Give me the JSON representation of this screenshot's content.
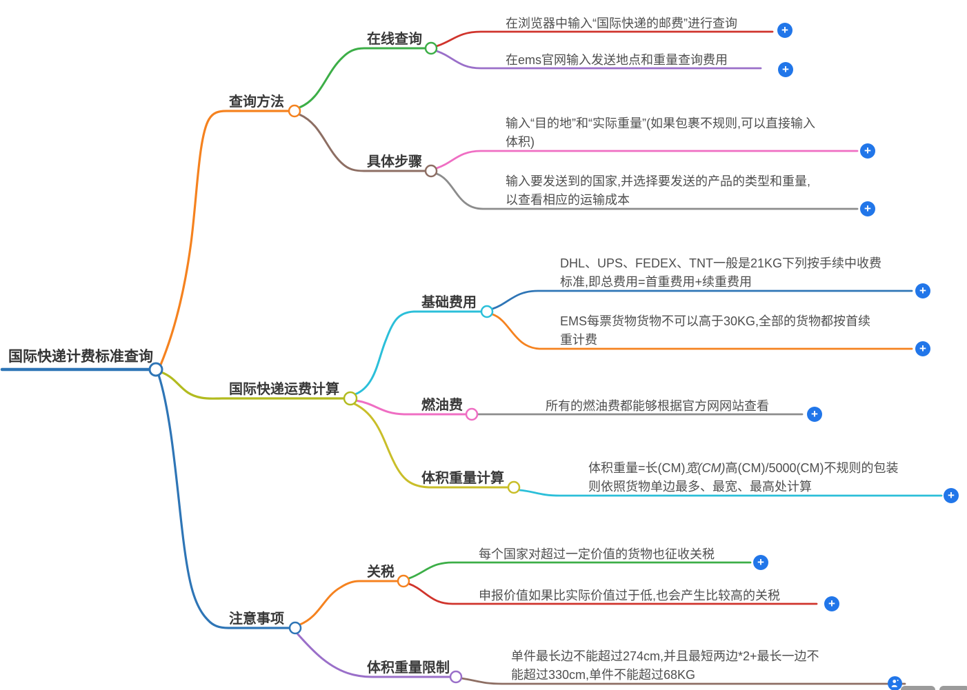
{
  "root": {
    "label": "国际快递计费标准查询"
  },
  "branches": {
    "queryMethod": {
      "label": "查询方法"
    },
    "onlineQuery": {
      "label": "在线查询"
    },
    "steps": {
      "label": "具体步骤"
    },
    "freightCalc": {
      "label": "国际快递运费计算"
    },
    "baseFee": {
      "label": "基础费用"
    },
    "fuelFee": {
      "label": "燃油费"
    },
    "volumeCalc": {
      "label": "体积重量计算"
    },
    "notes": {
      "label": "注意事项"
    },
    "tariff": {
      "label": "关税"
    },
    "volumeLimit": {
      "label": "体积重量限制"
    }
  },
  "leaves": {
    "browser": {
      "text": "在浏览器中输入“国际快递的邮费”进行查询"
    },
    "ems": {
      "text": "在ems官网输入发送地点和重量查询费用"
    },
    "destination": {
      "text": "输入“目的地”和“实际重量”(如果包裹不规则,可以直接输入\n体积)"
    },
    "country": {
      "text": "输入要发送到的国家,并选择要发送的产品的类型和重量,\n以查看相应的运输成本"
    },
    "dhl": {
      "text": "DHL、UPS、FEDEX、TNT一般是21KG下列按手续中收费\n标准,即总费用=首重费用+续重费用"
    },
    "ems30": {
      "text": "EMS每票货物货物不可以高于30KG,全部的货物都按首续\n重计费"
    },
    "fuel": {
      "text": "所有的燃油费都能够根据官方网网站查看"
    },
    "volumeFormula": {
      "p1": "体积重量=长(CM)",
      "p2": "宽(CM)",
      "p3": "高(CM)/5000(CM)不规则的包装",
      "line2": "则依照货物单边最多、最宽、最高处计算"
    },
    "tariffValue": {
      "text": "每个国家对超过一定价值的货物也征收关税"
    },
    "declare": {
      "text": "申报价值如果比实际价值过于低,也会产生比较高的关税"
    },
    "limit": {
      "text": "单件最长边不能超过274cm,并且最短两边*2+最长一边不\n能超过330cm,单件不能超过68KG"
    }
  },
  "icons": {
    "plus": "+"
  },
  "colors": {
    "plus_button": "#2176e9",
    "orange": "#f5821f",
    "green": "#3cae47",
    "red": "#d0342c",
    "purple": "#9a6fc9",
    "brown": "#8d6e63",
    "pink": "#ef6ec3",
    "gray": "#8c8c8c",
    "olive": "#b2bb1f",
    "yellow": "#c9be29",
    "cyan": "#2bbfd9",
    "blue": "#2e75b6"
  }
}
